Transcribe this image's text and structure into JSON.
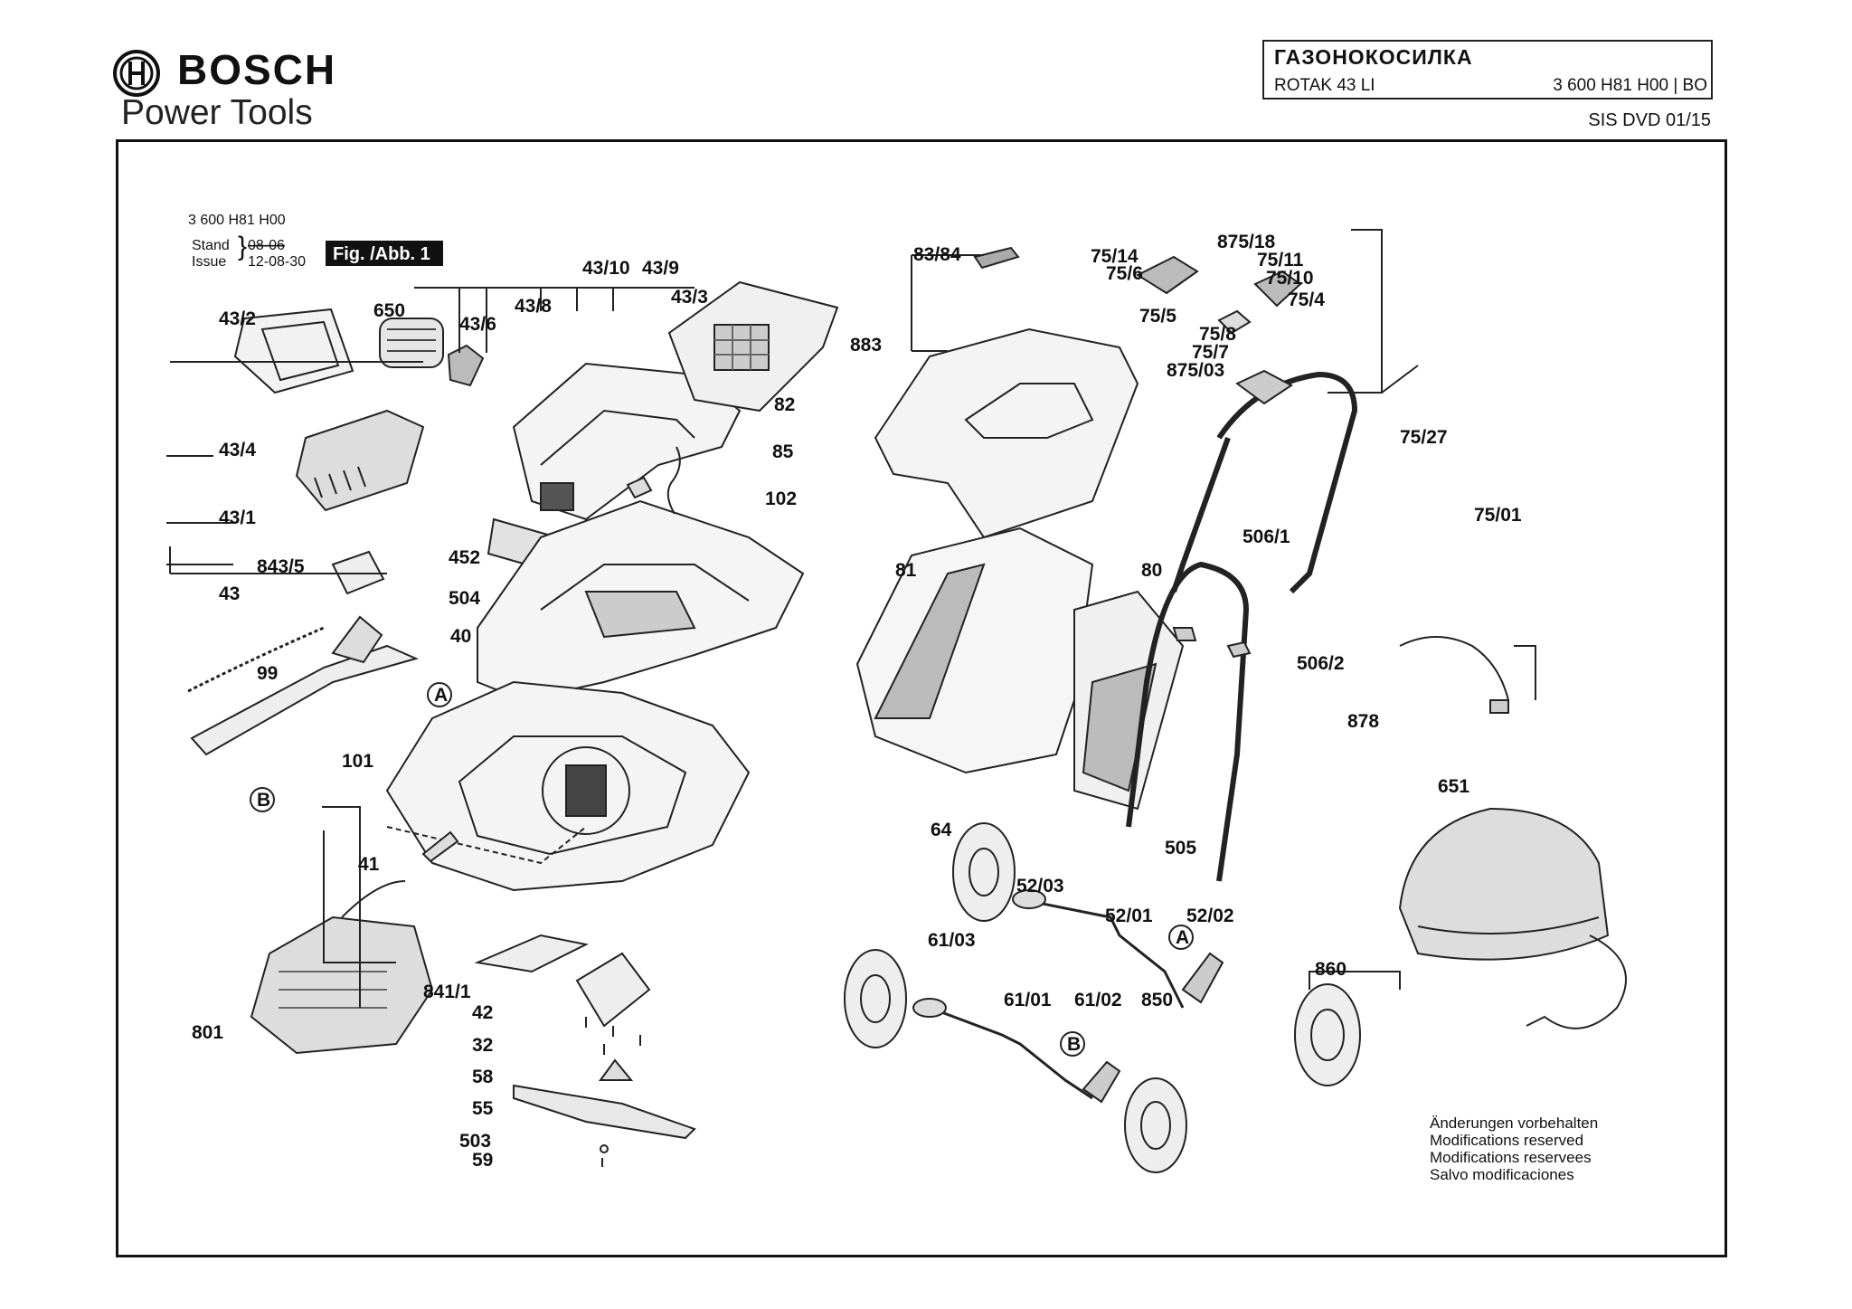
{
  "header": {
    "brand": "BOSCH",
    "tagline": "Power Tools",
    "product_name": "ГАЗОНОКОСИЛКА",
    "model": "ROTAK 43 LI",
    "part_code": "3 600 H81 H00 | BO",
    "sis": "SIS DVD 01/15"
  },
  "figure": {
    "part_number": "3 600 H81 H00",
    "stand_label": "Stand",
    "issue_label": "Issue",
    "old_date": "08-06",
    "issue_date": "12-08-30",
    "fig_label": "Fig. /Abb. 1"
  },
  "callouts": [
    "43/2",
    "650",
    "43/6",
    "43/8",
    "43/10",
    "43/9",
    "43/3",
    "43/4",
    "43/1",
    "843/5",
    "43",
    "452",
    "504",
    "40",
    "82",
    "85",
    "102",
    "99",
    "101",
    "41",
    "841/1",
    "42",
    "32",
    "58",
    "55",
    "503",
    "59",
    "801",
    "83/84",
    "883",
    "81",
    "80",
    "75/14",
    "75/6",
    "875/18",
    "75/11",
    "75/10",
    "75/4",
    "75/5",
    "75/8",
    "75/7",
    "875/03",
    "75/27",
    "75/01",
    "506/1",
    "506/2",
    "878",
    "505",
    "651",
    "64",
    "52/03",
    "52/01",
    "52/02",
    "61/03",
    "61/01",
    "61/02",
    "850",
    "860"
  ],
  "ref_markers": {
    "a": "A",
    "b": "B"
  },
  "notes": [
    "Änderungen vorbehalten",
    "Modifications reserved",
    "Modifications reservees",
    "Salvo modificaciones"
  ]
}
